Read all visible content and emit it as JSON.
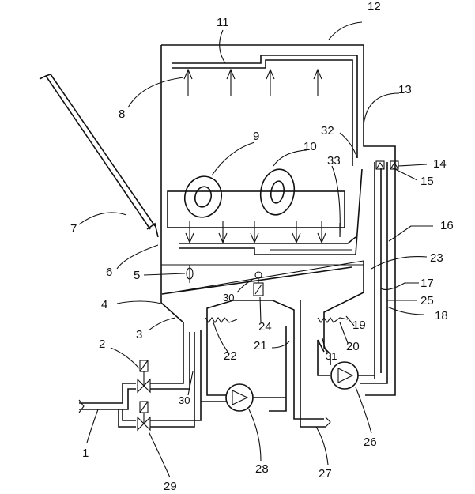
{
  "figure": {
    "labels": {
      "n1": "1",
      "n2": "2",
      "n3": "3",
      "n4": "4",
      "n5": "5",
      "n6": "6",
      "n7": "7",
      "n8": "8",
      "n9": "9",
      "n10": "10",
      "n11": "11",
      "n12": "12",
      "n13": "13",
      "n14": "14",
      "n15": "15",
      "n16": "16",
      "n17": "17",
      "n18": "18",
      "n19": "19",
      "n20": "20",
      "n21": "21",
      "n22": "22",
      "n23": "23",
      "n24": "24",
      "n25": "25",
      "n26": "26",
      "n27": "27",
      "n28": "28",
      "n29": "29",
      "n30a": "30",
      "n30b": "30",
      "n31": "31",
      "n32": "32",
      "n33": "33"
    }
  }
}
